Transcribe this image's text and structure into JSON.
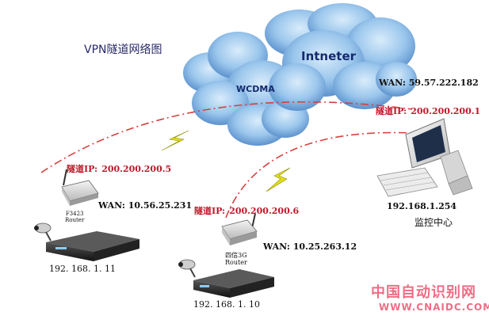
{
  "title": "VPN隧道网络图",
  "clouds": {
    "internet_label": "Intneter",
    "wcdma_label": "WCDMA"
  },
  "monitor_center": {
    "wan": "WAN: 59.57.222.182",
    "tunnel_label": "隧道IP:",
    "tunnel_ip": "200.200.200.1",
    "lan_ip": "192.168.1.254",
    "name": "监控中心"
  },
  "router_f3423": {
    "model_line1": "F3423",
    "model_line2": "Router",
    "tunnel_label": "隧道IP:",
    "tunnel_ip": "200.200.200.5",
    "wan": "WAN: 10.56.25.231",
    "dvr_ip": "192. 168. 1. 11"
  },
  "router_3g": {
    "model_line1": "四信3G",
    "model_line2": "Router",
    "tunnel_label": "隧道IP:",
    "tunnel_ip": "200.200.200.6",
    "wan": "WAN: 10.25.263.12",
    "dvr_ip": "192. 168. 1. 10"
  },
  "watermark": {
    "cn": "中国自动识别网",
    "url": "WWW.CNAIDC.COM"
  },
  "colors": {
    "tunnel_line": "#d6403f",
    "cloud_fill": "#8fbde6",
    "cloud_shade": "#4f86c6",
    "tunnel_text": "#c0182a",
    "watermark": "#ef6d86",
    "lightning": "#e2df1a"
  }
}
